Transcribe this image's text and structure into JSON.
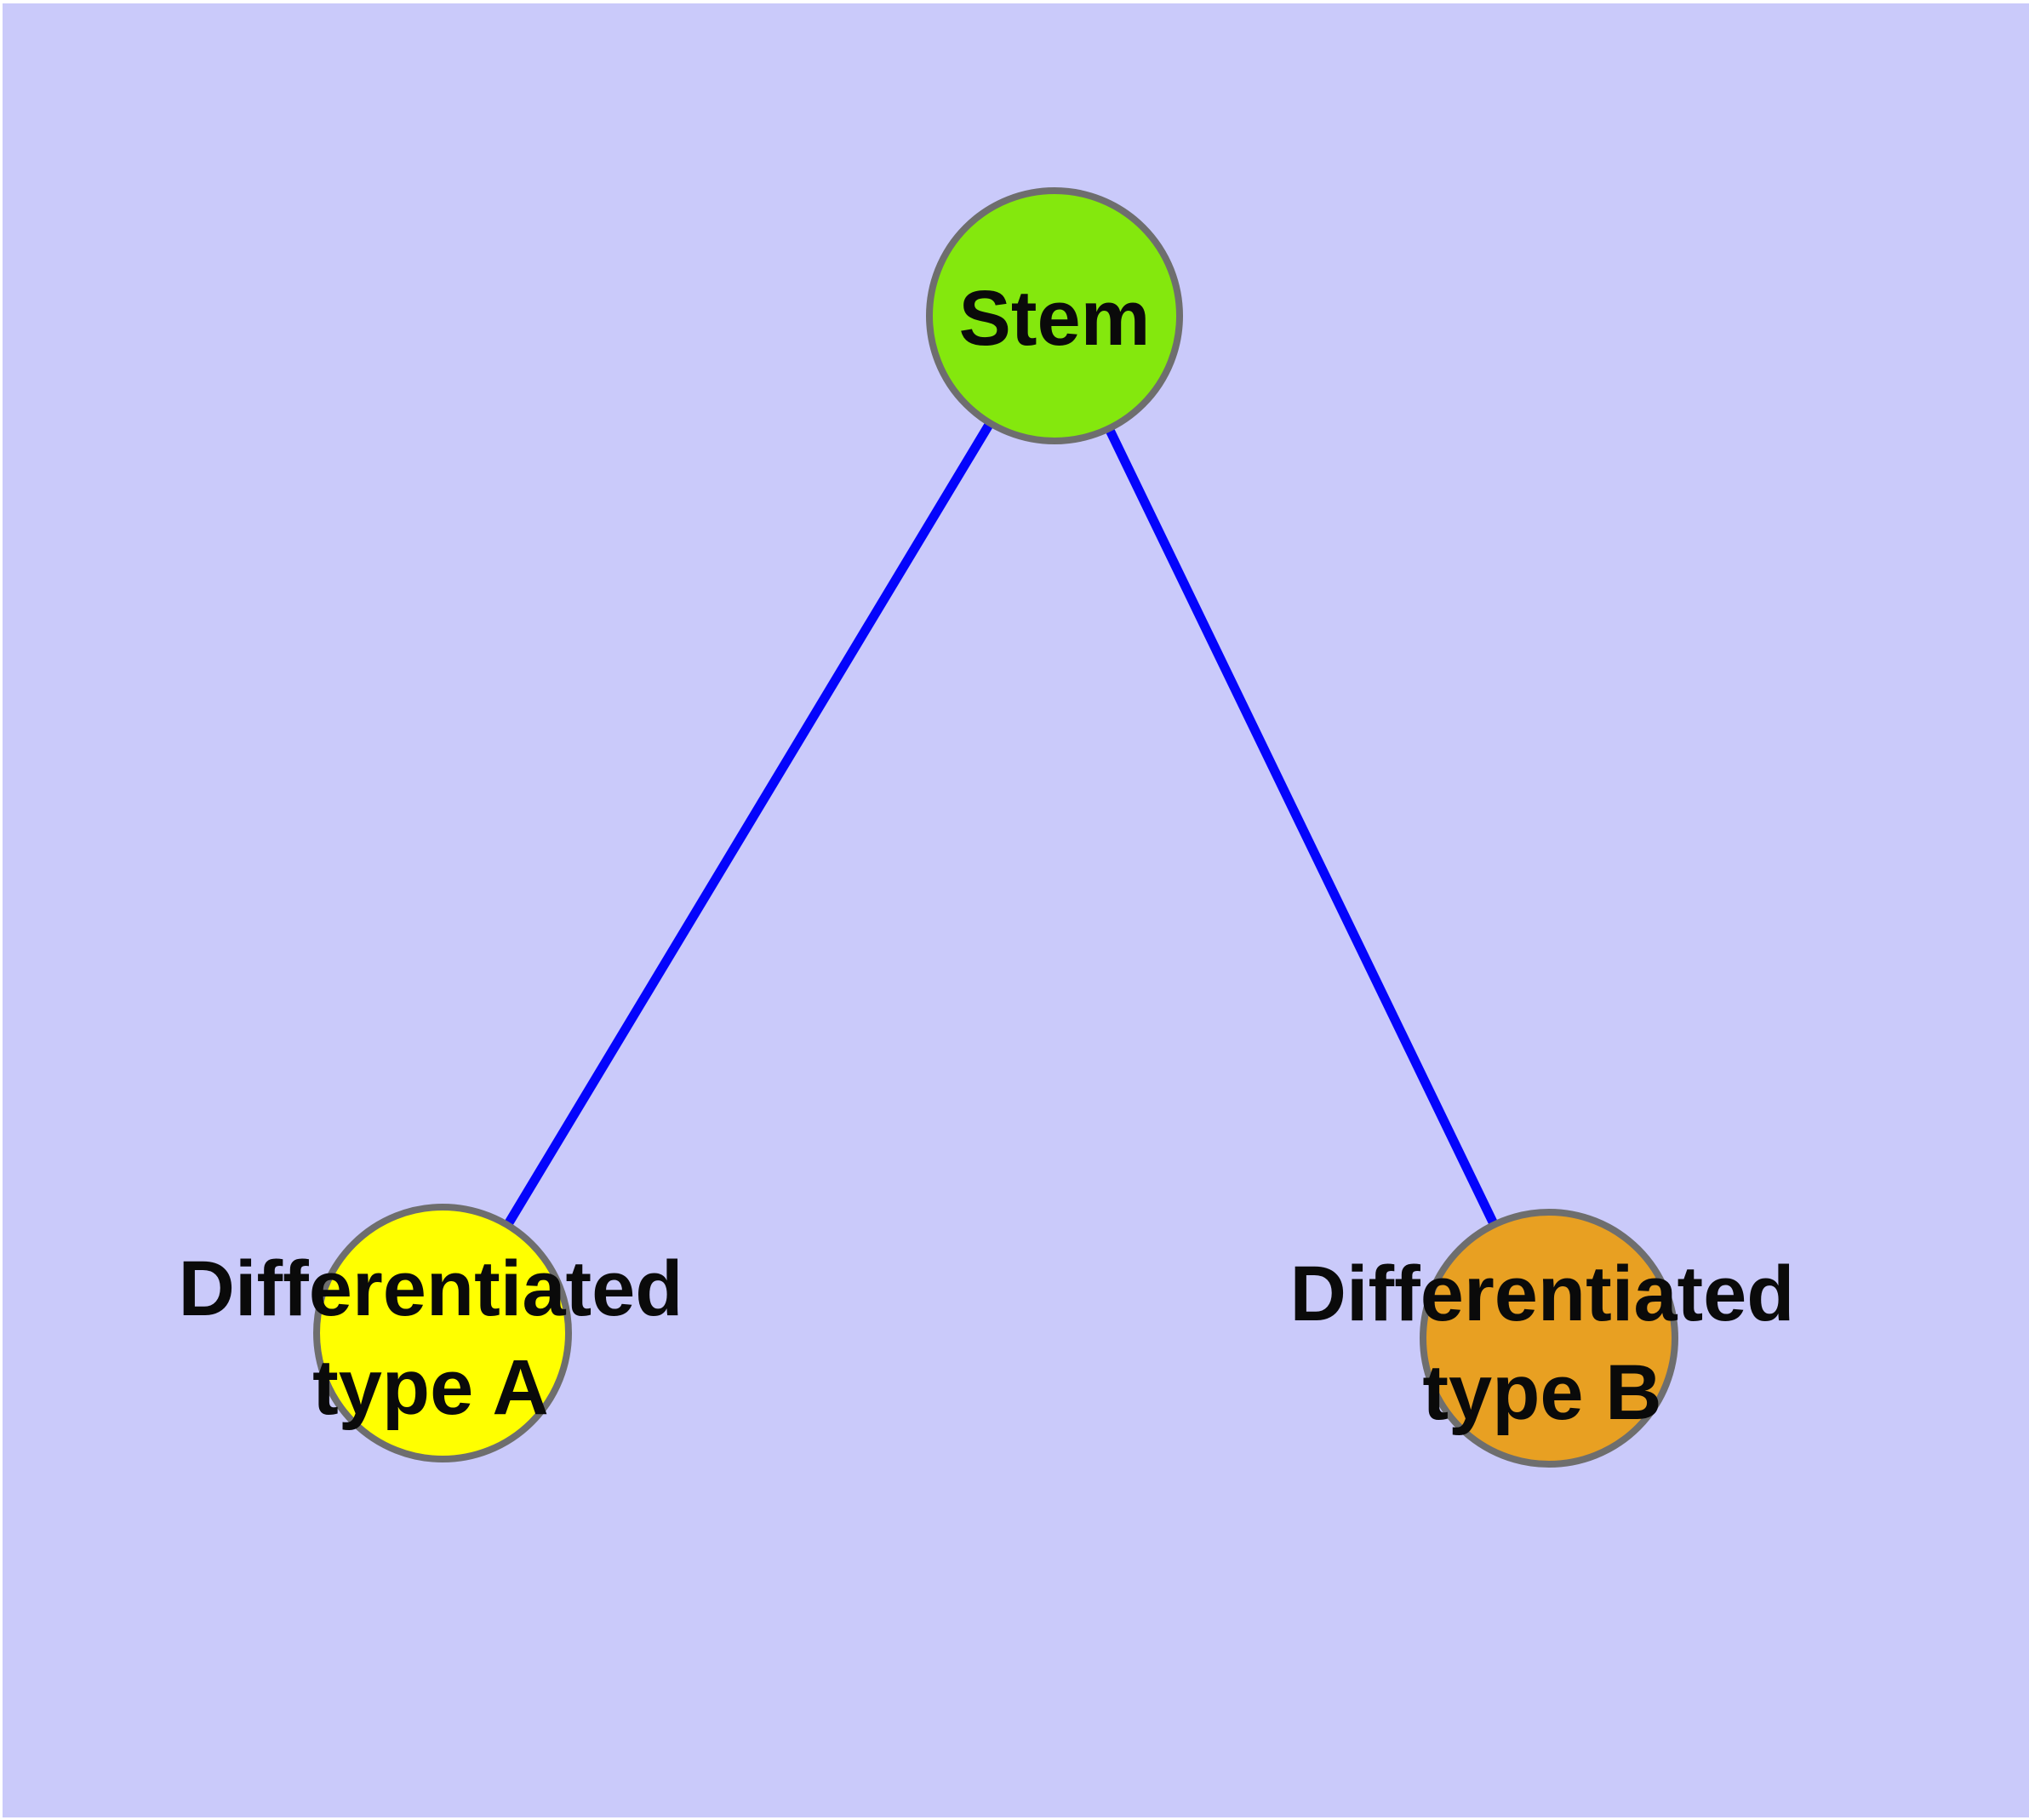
{
  "diagram": {
    "background_color": "#CACAFA",
    "page_border_color": "#FFFFFF",
    "node_border_color": "#6E6E6E",
    "edge_color": "#0404FC",
    "text_color": "#0A0A0A",
    "nodes": {
      "stem": {
        "id": "stem",
        "label": "Stem",
        "fill": "#84E80D"
      },
      "type_a": {
        "id": "type_a",
        "label": "Differentiated type A",
        "label_lines": [
          "Differentiated",
          "type A"
        ],
        "fill": "#FFFF00"
      },
      "type_b": {
        "id": "type_b",
        "label": "Differentiated type B",
        "label_lines": [
          "Differentiated",
          "type B"
        ],
        "fill": "#E8A022"
      }
    },
    "edges": [
      {
        "from": "Stem",
        "to": "Differentiated type A"
      },
      {
        "from": "Stem",
        "to": "Differentiated type B"
      }
    ]
  }
}
